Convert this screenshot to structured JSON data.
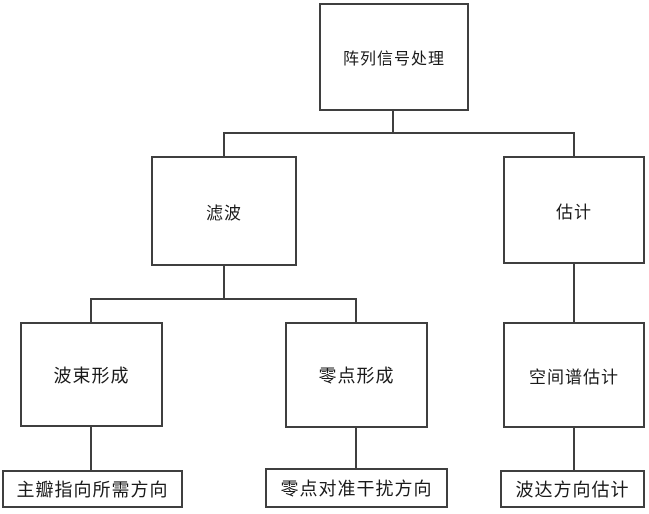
{
  "diagram": {
    "type": "tree-flowchart",
    "nodes": {
      "root": {
        "label": "阵列信号处理"
      },
      "filtering": {
        "label": "滤波"
      },
      "estimation": {
        "label": "估计"
      },
      "beamforming": {
        "label": "波束形成"
      },
      "null_forming": {
        "label": "零点形成"
      },
      "spatial_spectrum": {
        "label": "空间谱估计"
      },
      "main_lobe_goal": {
        "label": "主瓣指向所需方向"
      },
      "null_align_goal": {
        "label": "零点对准干扰方向"
      },
      "doa_estimation": {
        "label": "波达方向估计"
      }
    },
    "edges": [
      {
        "from": "root",
        "to": "filtering"
      },
      {
        "from": "root",
        "to": "estimation"
      },
      {
        "from": "filtering",
        "to": "beamforming"
      },
      {
        "from": "filtering",
        "to": "null_forming"
      },
      {
        "from": "estimation",
        "to": "spatial_spectrum"
      },
      {
        "from": "beamforming",
        "to": "main_lobe_goal"
      },
      {
        "from": "null_forming",
        "to": "null_align_goal"
      },
      {
        "from": "spatial_spectrum",
        "to": "doa_estimation"
      }
    ],
    "colors": {
      "background": "#ffffff",
      "box_fill": "#ffffff",
      "line": "#3f3f3f"
    }
  }
}
